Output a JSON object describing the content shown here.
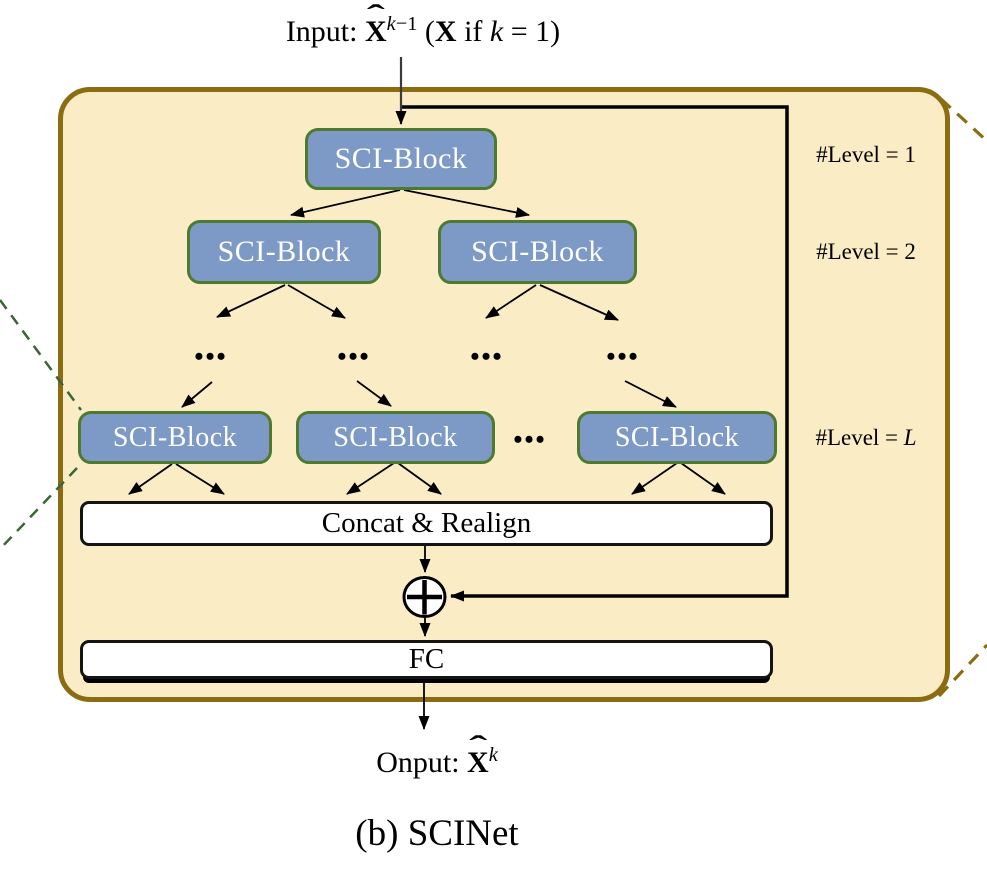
{
  "figure": {
    "caption": "(b) SCINet",
    "input_label": {
      "prefix": "Input: ",
      "var": "X",
      "hat": "ˆ",
      "sup_k": "k",
      "sup_rest": "−1",
      "p1": " (",
      "var2": "X",
      "p2": " if ",
      "k": "k",
      "p3": " = 1)"
    },
    "output_label": {
      "prefix": "Onput: ",
      "var": "X",
      "hat": "ˆ",
      "sup_k": "k"
    },
    "block_label": "SCI-Block",
    "concat_label": "Concat & Realign",
    "fc_label": "FC",
    "ellipsis": "•••",
    "levels": [
      {
        "prefix": "#Level = ",
        "value": "1"
      },
      {
        "prefix": "#Level = ",
        "value": "2"
      },
      {
        "prefix": "#Level = ",
        "value": "L"
      }
    ]
  },
  "colors": {
    "panel-fill": "#FAEDC5",
    "panel-border": "#8B6C11",
    "block-fill": "#7D99C6",
    "block-border": "#4E7A2F",
    "box-fill": "#FFFFFF",
    "box-border": "#141414",
    "line": "#000000",
    "input-line": "#3A3A3A",
    "callout-left": "#3D6437",
    "callout-right": "#8B6C11"
  }
}
